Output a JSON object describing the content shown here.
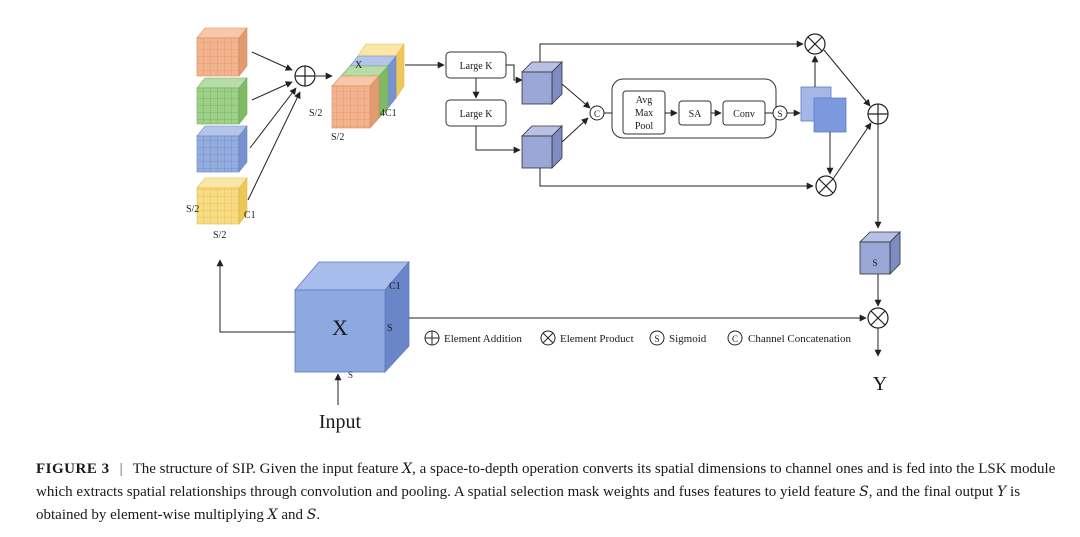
{
  "figure": {
    "labels": {
      "large_k_top": "Large K",
      "large_k_bottom": "Large K",
      "avg": "Avg",
      "max": "Max",
      "pool": "Pool",
      "sa": "SA",
      "conv": "Conv",
      "concat_symbol": "C",
      "sigmoid_symbol": "S",
      "stack_top": "X",
      "stack_side": "S/2",
      "stack_right": "4C1",
      "stack_bottom": "S/2",
      "small_side": "S/2",
      "small_channels": "C1",
      "small_bottom": "S/2",
      "input_cube": "X",
      "input_cube_channels": "C1",
      "input_cube_side": "S",
      "input_cube_bottom": "S",
      "s_cube": "S",
      "input": "Input",
      "output": "Y"
    },
    "legend": {
      "addition": "Element Addition",
      "product": "Element Product",
      "sigmoid": "Sigmoid",
      "concat": "Channel Concatenation"
    },
    "colors": {
      "orange": "#f2b48e",
      "green": "#9fd08a",
      "blue": "#95acdf",
      "yellow": "#f7dc85",
      "cube_purple": "#9aa6d6",
      "input_cube": "#8ea8e0"
    }
  },
  "caption": {
    "label": "FIGURE 3",
    "separator": "|",
    "part1": "The structure of SIP. Given the input feature",
    "var_x1": "X",
    "part2": ", a space-to-depth operation converts its spatial dimensions to channel ones and is fed into the LSK module which extracts spatial relationships through convolution and pooling. A spatial selection mask weights and fuses features to yield feature",
    "var_s1": "S",
    "part3": ", and the final output",
    "var_y": "Y",
    "part4": "is obtained by element-wise multiplying",
    "var_x2": "X",
    "part5": "and",
    "var_s2": "S",
    "part6": "."
  }
}
